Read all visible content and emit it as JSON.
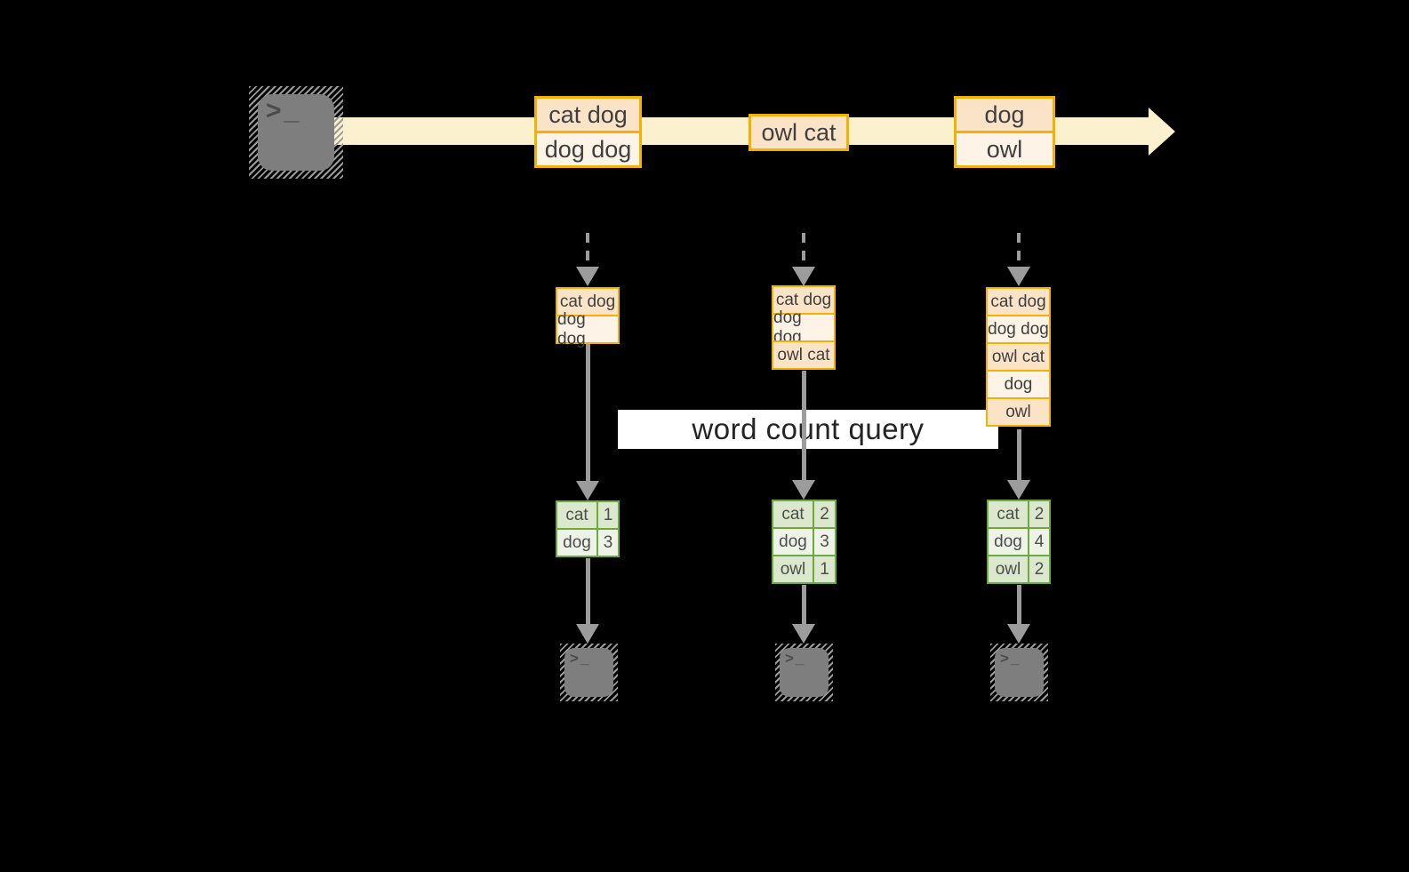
{
  "banner": {
    "label": "word count query"
  },
  "terminal": {
    "glyph": ">_"
  },
  "colors": {
    "background": "#000000",
    "stream_fill": "#FCF1CE",
    "record_border": "#F2B200",
    "record_fill_dark": "#FBE3C8",
    "record_fill_light": "#FDF3E6",
    "table_border": "#6FA83F",
    "table_fill_dark": "#DCE8CD",
    "table_fill_light": "#EEF3E8",
    "arrow_gray": "#9C9C9C",
    "terminal_gray": "#7E7E7E"
  },
  "stream": {
    "batches": [
      {
        "items": [
          "cat dog",
          "dog dog"
        ]
      },
      {
        "items": [
          "owl cat"
        ]
      },
      {
        "items": [
          "dog",
          "owl"
        ]
      }
    ]
  },
  "columns": [
    {
      "buffer": [
        "cat dog",
        "dog dog"
      ],
      "counts": [
        {
          "word": "cat",
          "count": "1"
        },
        {
          "word": "dog",
          "count": "3"
        }
      ]
    },
    {
      "buffer": [
        "cat dog",
        "dog dog",
        "owl cat"
      ],
      "counts": [
        {
          "word": "cat",
          "count": "2"
        },
        {
          "word": "dog",
          "count": "3"
        },
        {
          "word": "owl",
          "count": "1"
        }
      ]
    },
    {
      "buffer": [
        "cat dog",
        "dog dog",
        "owl cat",
        "dog",
        "owl"
      ],
      "counts": [
        {
          "word": "cat",
          "count": "2"
        },
        {
          "word": "dog",
          "count": "4"
        },
        {
          "word": "owl",
          "count": "2"
        }
      ]
    }
  ]
}
